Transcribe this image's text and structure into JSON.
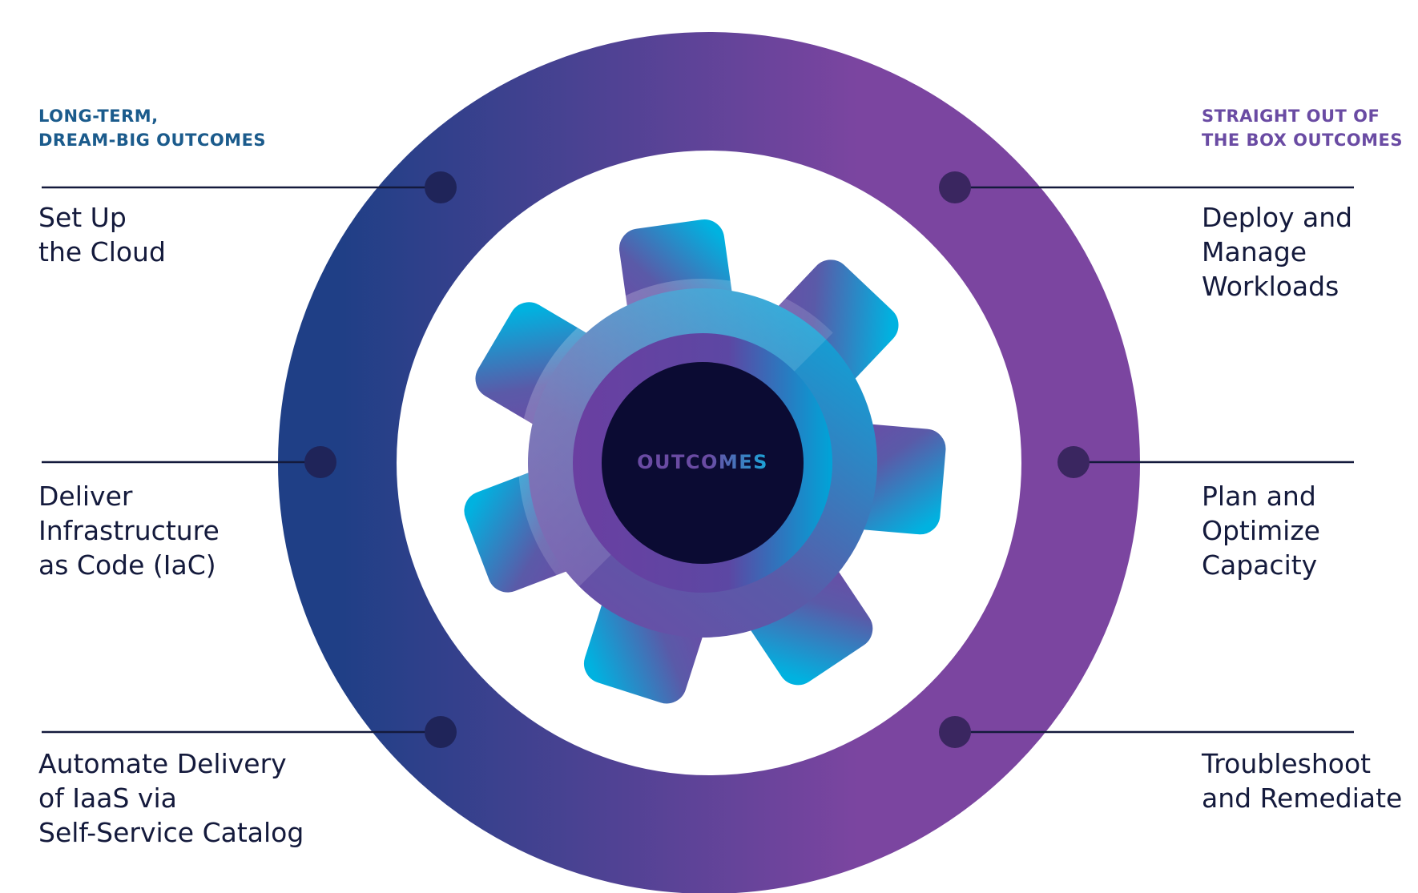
{
  "center_label": "OUTCOMES",
  "left": {
    "heading": [
      "LONG-TERM,",
      "DREAM-BIG OUTCOMES"
    ],
    "items": [
      [
        "Set Up",
        "the Cloud"
      ],
      [
        "Deliver",
        "Infrastructure",
        "as Code (IaC)"
      ],
      [
        "Automate Delivery",
        "of IaaS via",
        "Self-Service Catalog"
      ]
    ]
  },
  "right": {
    "heading": [
      "STRAIGHT OUT OF",
      "THE BOX OUTCOMES"
    ],
    "items": [
      [
        "Deploy and",
        "Manage",
        "Workloads"
      ],
      [
        "Plan and",
        "Optimize",
        "Capacity"
      ],
      [
        "Troubleshoot",
        "and Remediate"
      ]
    ]
  },
  "colors": {
    "left_heading": "#1b5b8c",
    "right_heading": "#6a4ba3",
    "ring_start": "#1f3f86",
    "ring_end": "#7b45a0",
    "gear_blue": "#00a8dc",
    "gear_purple": "#5f4a9e",
    "center_fill": "#0b0b33",
    "dot_fill": "#1f2459",
    "text": "#141a3c"
  }
}
